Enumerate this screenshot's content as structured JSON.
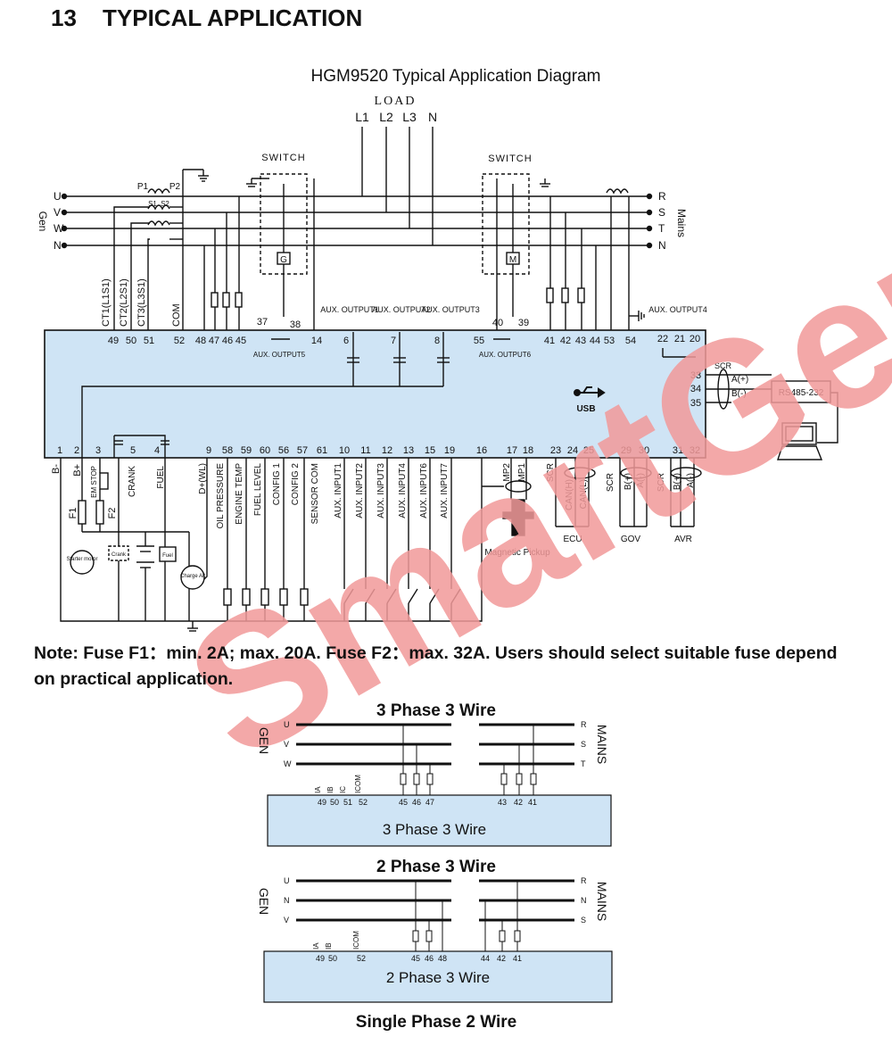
{
  "section": {
    "number": "13",
    "title": "TYPICAL APPLICATION"
  },
  "main_diagram": {
    "title": "HGM9520 Typical Application Diagram",
    "load": {
      "label": "LOAD",
      "lines": [
        "L1",
        "L2",
        "L3",
        "N"
      ]
    },
    "gen_label": "Gen",
    "mains_label": "Mains",
    "gen_phases": [
      "U",
      "V",
      "W",
      "N"
    ],
    "mains_phases": [
      "R",
      "S",
      "T",
      "N"
    ],
    "ct_labels": {
      "p1": "P1",
      "p2": "P2",
      "s1": "S1",
      "s2": "S2"
    },
    "switch_label": "SWITCH",
    "gen_switch_letter": "G",
    "mains_switch_letter": "M",
    "top_input_labels": [
      "CT1(L1S1)",
      "CT2(L2S1)",
      "CT3(L3S1)",
      "COM"
    ],
    "top_terminals": [
      "49",
      "50",
      "51",
      "52",
      "48",
      "47",
      "46",
      "45",
      "14",
      "6",
      "7",
      "8",
      "55",
      "41",
      "42",
      "43",
      "44",
      "53",
      "54"
    ],
    "aux_outputs": [
      "AUX. OUTPUT1",
      "AUX. OUTPUT2",
      "AUX. OUTPUT3",
      "AUX. OUTPUT4",
      "AUX. OUTPUT5",
      "AUX. OUTPUT6"
    ],
    "relay_terminals": [
      "37",
      "38",
      "40",
      "39"
    ],
    "right_terminals": [
      "22",
      "21",
      "20",
      "33",
      "34",
      "35"
    ],
    "rs485": {
      "scr": "SCR",
      "a": "A(+)",
      "b": "B(-)",
      "converter": "RS485-232"
    },
    "usb_label": "USB",
    "bottom_terminals": [
      "1",
      "2",
      "3",
      "5",
      "4",
      "9",
      "58",
      "59",
      "60",
      "56",
      "57",
      "61",
      "10",
      "11",
      "12",
      "13",
      "15",
      "19",
      "16",
      "17",
      "18",
      "23",
      "24",
      "25",
      "29",
      "30",
      "31",
      "32"
    ],
    "bottom_labels": [
      "B-",
      "B+",
      "EM STOP",
      "F1",
      "F2",
      "CRANK",
      "FUEL",
      "D+(WL)",
      "OIL PRESSURE",
      "ENGINE TEMP",
      "FUEL LEVEL",
      "CONFIG 1",
      "CONFIG 2",
      "SENSOR COM",
      "AUX. INPUT1",
      "AUX. INPUT2",
      "AUX. INPUT3",
      "AUX. INPUT4",
      "AUX. INPUT6",
      "AUX. INPUT7",
      "MP2",
      "MP1",
      "SCR",
      "CAN(H)",
      "CAN(L)",
      "B(+)",
      "A(-)"
    ],
    "groups": [
      "ECU",
      "GOV",
      "AVR"
    ],
    "devices": {
      "starter": "Starter motor",
      "crank": "Crank",
      "fuel": "Fuel",
      "charge": "Charge Alt",
      "pickup": "Magnetic Pickup"
    },
    "watermark": "SmartGen"
  },
  "note": "Note: Fuse F1：min. 2A; max. 20A.   Fuse F2：max. 32A. Users should select suitable fuse depend on practical application.",
  "sub_diagrams": [
    {
      "title": "3 Phase 3 Wire",
      "gen_label": "GEN",
      "mains_label": "MAINS",
      "gen_phases": [
        "U",
        "V",
        "W"
      ],
      "mains_phases": [
        "R",
        "S",
        "T"
      ],
      "input_labels": [
        "IA",
        "IB",
        "IC",
        "ICOM"
      ],
      "gen_terminals": [
        "49",
        "50",
        "51",
        "52",
        "45",
        "46",
        "47"
      ],
      "mains_terminals": [
        "43",
        "42",
        "41"
      ],
      "box_label": "3  Phase  3  Wire"
    },
    {
      "title": "2 Phase 3 Wire",
      "gen_label": "GEN",
      "mains_label": "MAINS",
      "gen_phases": [
        "U",
        "N",
        "V"
      ],
      "mains_phases": [
        "R",
        "N",
        "S"
      ],
      "input_labels": [
        "IA",
        "IB",
        "ICOM"
      ],
      "gen_terminals": [
        "49",
        "50",
        "52",
        "45",
        "46",
        "48"
      ],
      "mains_terminals": [
        "44",
        "42",
        "41"
      ],
      "box_label": "2  Phase  3  Wire"
    }
  ],
  "footer_title": "Single Phase 2 Wire",
  "colors": {
    "controller_fill": "#cfe4f5",
    "watermark": "#f29a9a",
    "watermark_gray": "#c8c8c8"
  }
}
